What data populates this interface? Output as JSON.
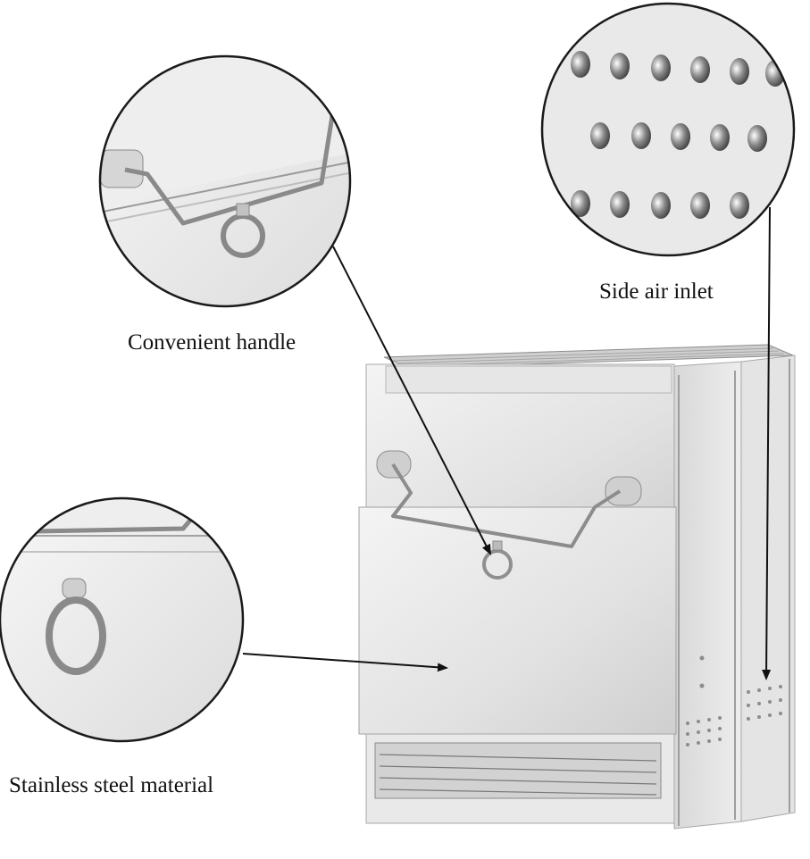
{
  "callouts": {
    "handle": {
      "label": "Convenient handle"
    },
    "air_inlet": {
      "label": "Side air inlet"
    },
    "material": {
      "label": "Stainless steel material"
    }
  },
  "colors": {
    "steel_light": "#ececec",
    "steel_mid": "#d4d4d4",
    "steel_dark": "#9a9a9a",
    "outline": "#1a1a1a",
    "arrow": "#111111"
  }
}
